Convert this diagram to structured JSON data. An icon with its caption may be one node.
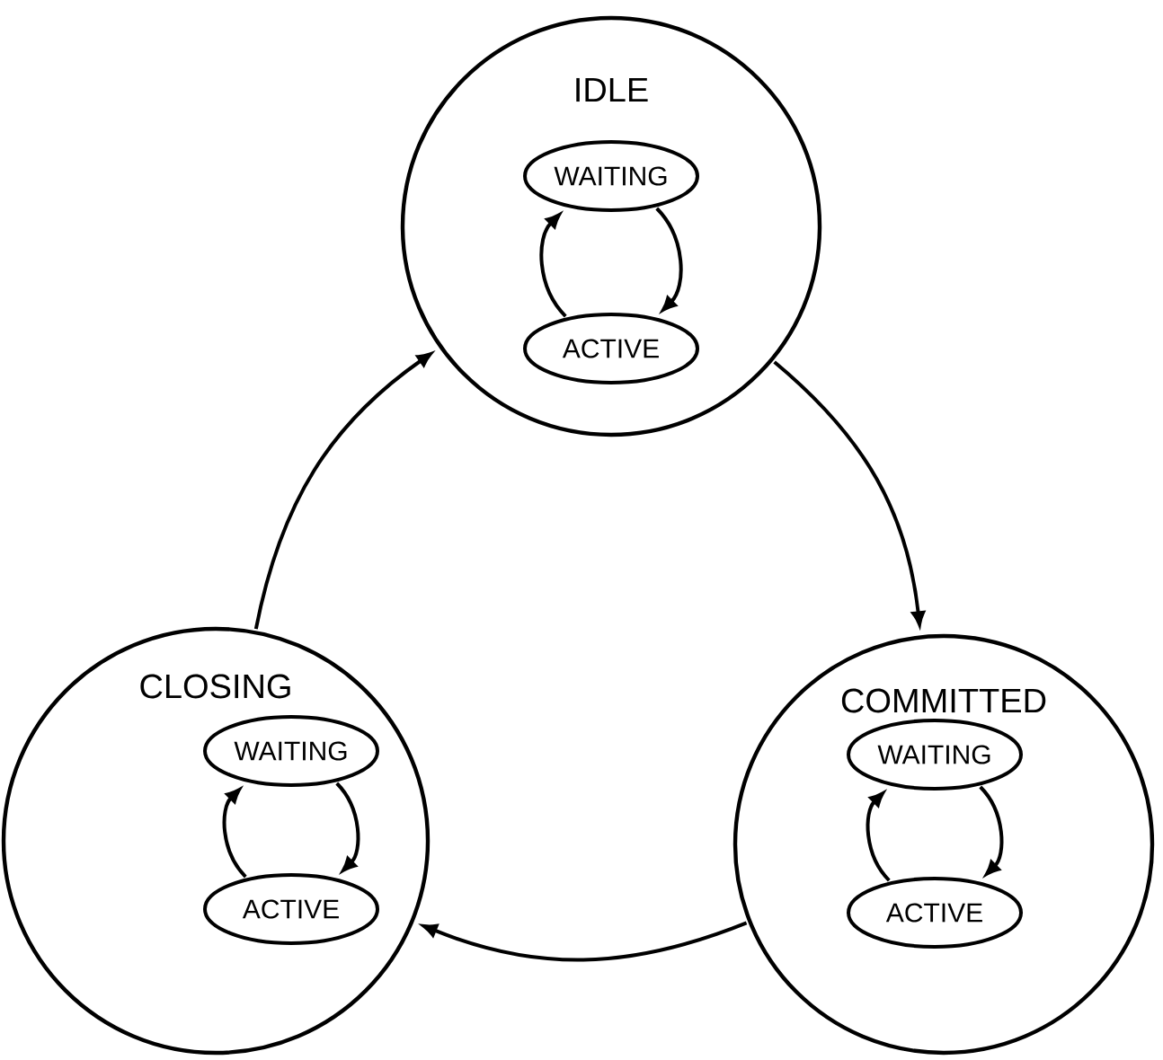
{
  "diagram": {
    "nodes": [
      {
        "text": [
          "IDLE"
        ]
      },
      {
        "text": [
          "WAITING"
        ],
        "in": 0
      },
      {
        "text": [
          "ACTIVE"
        ],
        "in": 0
      },
      {
        "text": [
          "CLOSING"
        ]
      },
      {
        "text": [
          "WAITING"
        ],
        "in": 3
      },
      {
        "text": [
          "ACTIVE"
        ],
        "in": 3
      },
      {
        "text": [
          "COMMITTED"
        ]
      },
      {
        "text": [
          "WAITING"
        ],
        "in": 6
      },
      {
        "text": [
          "ACTIVE"
        ],
        "in": 6
      }
    ],
    "edges": [
      {
        "from": 0,
        "to": 6,
        "arrow": "to"
      },
      {
        "from": 6,
        "to": 3,
        "arrow": "to"
      },
      {
        "from": 3,
        "to": 0,
        "arrow": "to"
      },
      {
        "from": 1,
        "to": 2,
        "arrow": "to"
      },
      {
        "from": 2,
        "to": 1,
        "arrow": "to"
      },
      {
        "from": 4,
        "to": 5,
        "arrow": "to"
      },
      {
        "from": 5,
        "to": 4,
        "arrow": "to"
      },
      {
        "from": 7,
        "to": 8,
        "arrow": "to"
      },
      {
        "from": 8,
        "to": 7,
        "arrow": "to"
      }
    ]
  }
}
